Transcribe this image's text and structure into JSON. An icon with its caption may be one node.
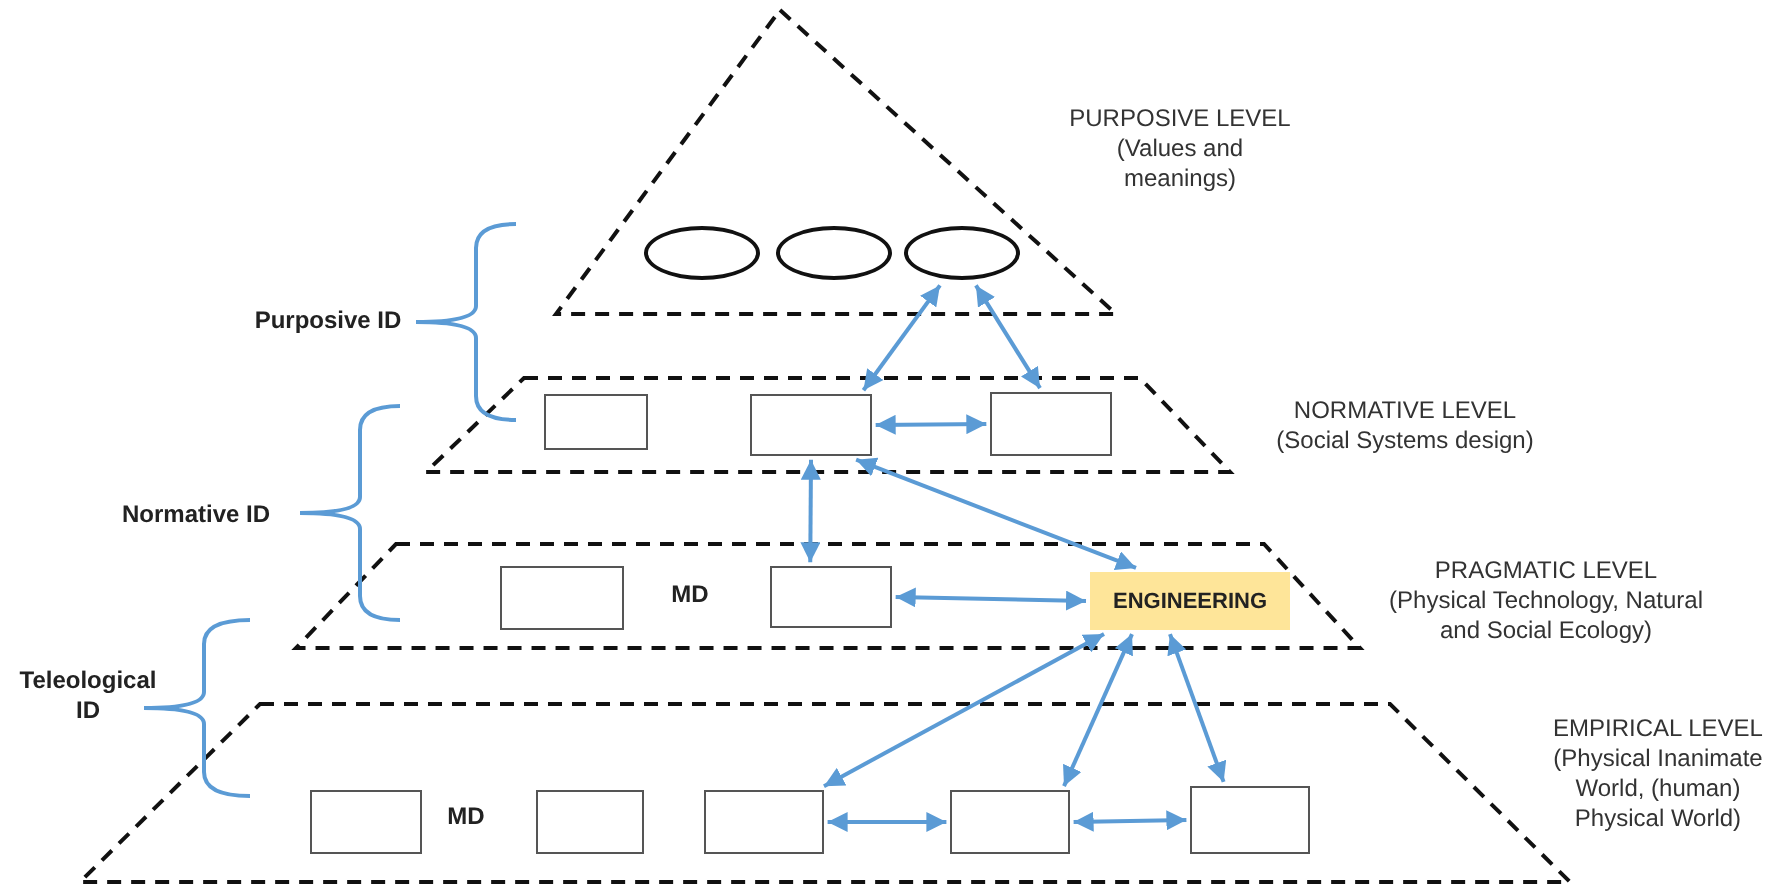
{
  "diagram": {
    "nodes": [
      {
        "text": [
          "PURPOSIVE LEVEL",
          "(Values and meanings)"
        ]
      },
      {
        "text": [],
        "shape": "ellipse",
        "in": 0
      },
      {
        "text": [],
        "shape": "ellipse",
        "in": 0
      },
      {
        "text": [],
        "shape": "ellipse",
        "in": 0
      },
      {
        "text": [
          "NORMATIVE LEVEL",
          "(Social Systems design)"
        ]
      },
      {
        "text": [],
        "shape": "box",
        "in": 4
      },
      {
        "text": [],
        "shape": "box",
        "in": 4
      },
      {
        "text": [],
        "shape": "box",
        "in": 4
      },
      {
        "text": [
          "PRAGMATIC LEVEL",
          "(Physical Technology, Natural and Social Ecology)"
        ]
      },
      {
        "text": [],
        "shape": "box",
        "in": 8
      },
      {
        "text": [],
        "shape": "box",
        "in": 8
      },
      {
        "text": [
          "ENGINEERING"
        ],
        "in": 8
      },
      {
        "text": [
          "EMPIRICAL LEVEL",
          "(Physical Inanimate World, (human) Physical World)"
        ]
      },
      {
        "text": [],
        "shape": "box",
        "in": 12
      },
      {
        "text": [],
        "shape": "box",
        "in": 12
      },
      {
        "text": [],
        "shape": "box",
        "in": 12
      },
      {
        "text": [],
        "shape": "box",
        "in": 12
      },
      {
        "text": [],
        "shape": "box",
        "in": 12
      }
    ],
    "edges": [
      {
        "from": 3,
        "to": 6,
        "arrow": "both"
      },
      {
        "from": 3,
        "to": 7,
        "arrow": "both"
      },
      {
        "from": 6,
        "to": 7,
        "arrow": "both"
      },
      {
        "from": 6,
        "to": 10,
        "arrow": "both"
      },
      {
        "from": 6,
        "to": 11,
        "arrow": "both"
      },
      {
        "from": 10,
        "to": 11,
        "arrow": "both"
      },
      {
        "from": 11,
        "to": 15,
        "arrow": "both"
      },
      {
        "from": 11,
        "to": 16,
        "arrow": "both"
      },
      {
        "from": 11,
        "to": 17,
        "arrow": "both"
      },
      {
        "from": 15,
        "to": 16,
        "arrow": "both"
      },
      {
        "from": 16,
        "to": 17,
        "arrow": "both"
      }
    ],
    "labels": [
      "Purposive ID",
      "Normative ID",
      "MD",
      "Teleological ID",
      "MD"
    ]
  }
}
